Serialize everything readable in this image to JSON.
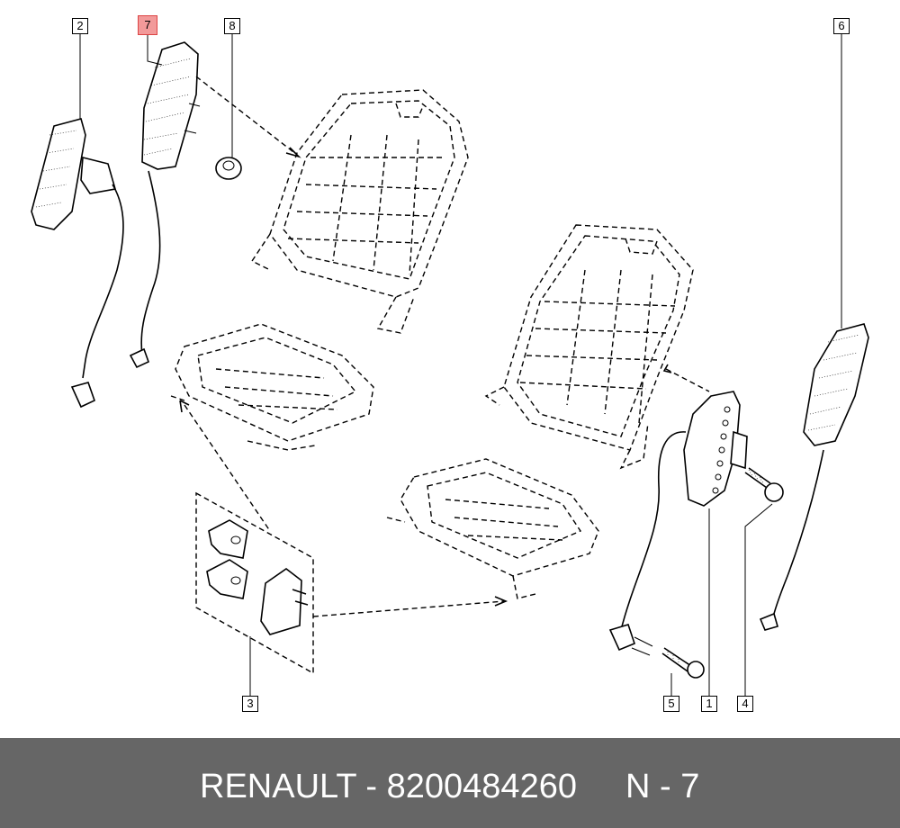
{
  "callouts": {
    "c1": "1",
    "c2": "2",
    "c3": "3",
    "c4": "4",
    "c5": "5",
    "c6": "6",
    "c7": "7",
    "c8": "8"
  },
  "footer": {
    "title": "RENAULT - 8200484260",
    "code": "N - 7"
  },
  "colors": {
    "highlight": "#f29a9a",
    "footer_bg": "#666666",
    "footer_text": "#ffffff"
  }
}
